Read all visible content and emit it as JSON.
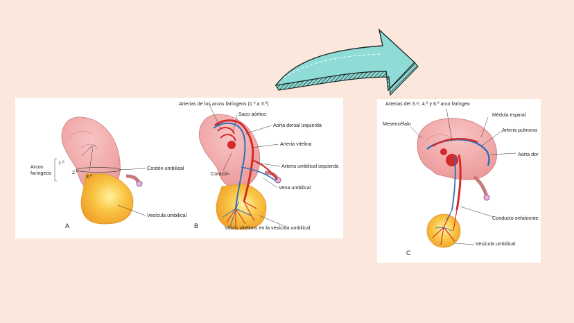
{
  "panel_ab": {
    "letters": {
      "a": "A",
      "b": "B"
    },
    "labels": {
      "arcos": "Arcos",
      "faringeos": "faríngeos",
      "arch1": "1.º",
      "arch2": "2.º",
      "arch3": "3.º",
      "cordon": "Cordón umbilical",
      "vesicula": "Vesícula umbilical",
      "arterias_arcos": "Arterias de los arcos faríngeos (1.º a 3.º)",
      "saco": "Saco aórtico",
      "aorta_dorsal": "Aorta dorsal izquierda",
      "arteria_vitelina": "Arteria vitelina",
      "corazon": "Corazón",
      "arteria_umbilical": "Arteria umbilical izquierda",
      "vena_umbilical": "Vena umbilical",
      "vasos_vitelinos": "Vasos vitelinos en la vesícula umbilical"
    }
  },
  "panel_c": {
    "letter": "C",
    "labels": {
      "arterias": "Arterias del 3.ᵉʳ, 4.º y 6.º arco faríngeo",
      "medula": "Médula espinal",
      "mesencefalo": "Mesencéfalo",
      "arteria_pulmonar": "Arteria pulmona",
      "aorta_dor": "Aorta dor",
      "conducto": "Conducto onfaloente",
      "vesicula": "Vesícula umbilical"
    }
  },
  "colors": {
    "background": "#fbe7dc",
    "arrow_fill": "#8fdcd6",
    "embryo": "#f2a6a6",
    "artery": "#d42a2a",
    "vein": "#2b6fb8",
    "yolk": "#f6b83a"
  }
}
